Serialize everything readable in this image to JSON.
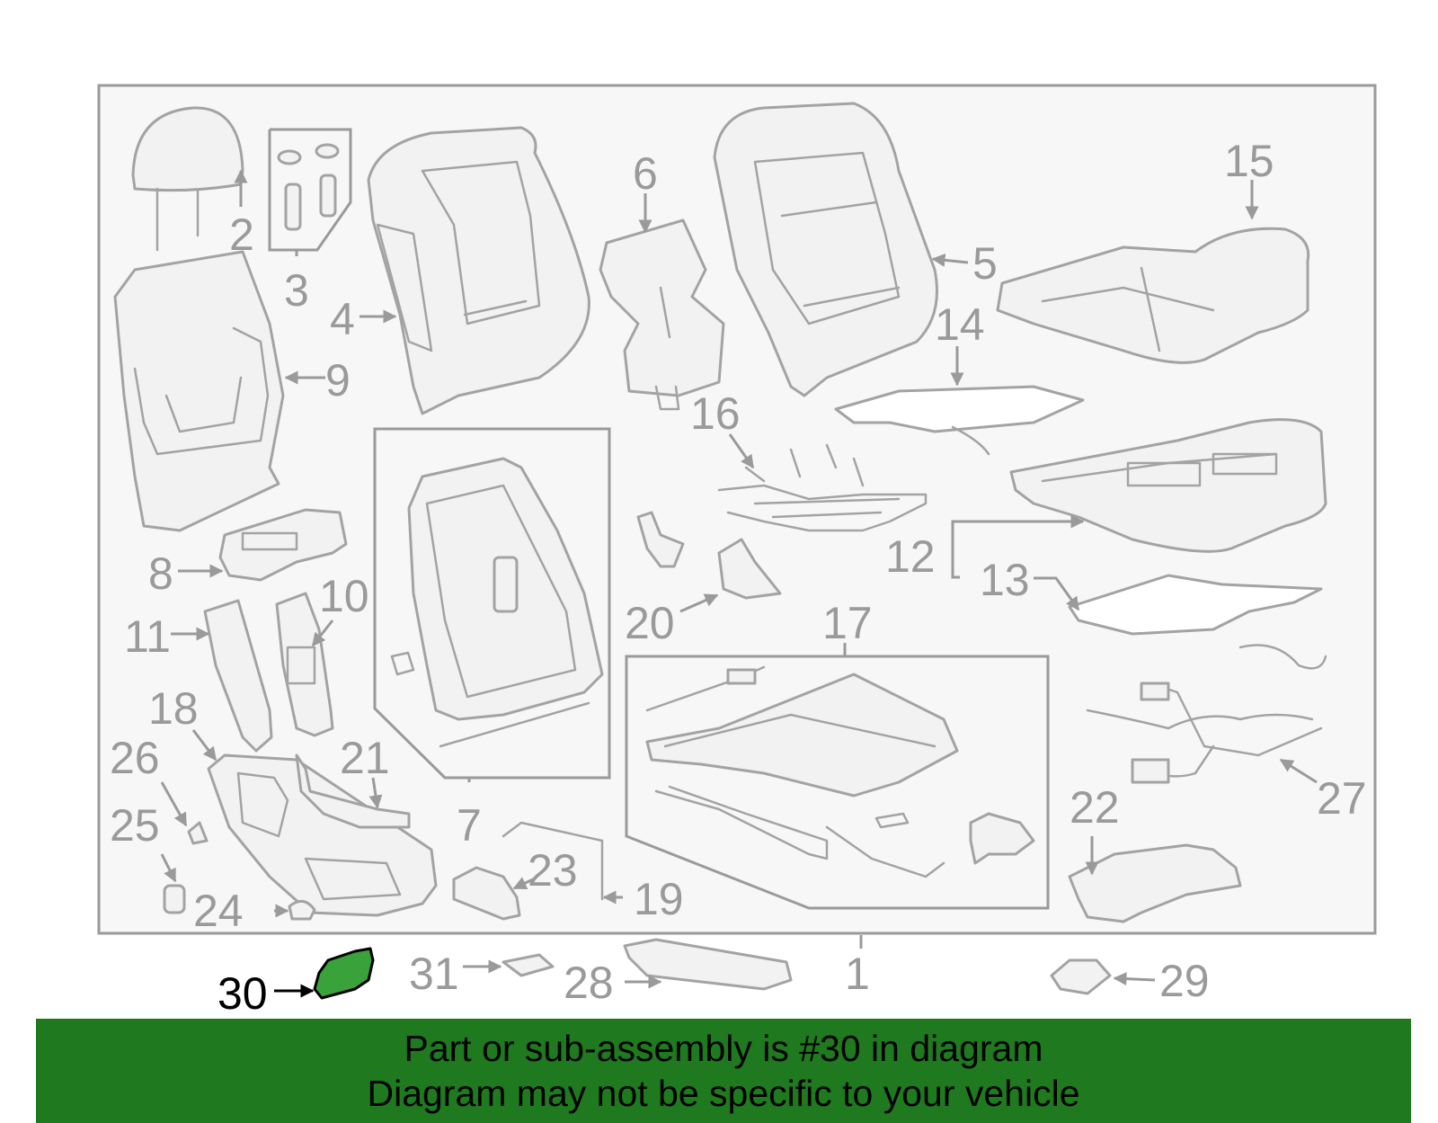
{
  "diagram": {
    "highlight_color": "#3aa23a",
    "callouts": [
      "1",
      "2",
      "3",
      "4",
      "5",
      "6",
      "7",
      "8",
      "9",
      "10",
      "11",
      "12",
      "13",
      "14",
      "15",
      "16",
      "17",
      "18",
      "19",
      "20",
      "21",
      "22",
      "23",
      "24",
      "25",
      "26",
      "27",
      "28",
      "29",
      "30",
      "31"
    ],
    "highlighted_callout": "30"
  },
  "banner": {
    "line1": "Part or sub-assembly is #30 in diagram",
    "line2": "Diagram may not be specific to your vehicle",
    "background": "#1f7a1f"
  }
}
